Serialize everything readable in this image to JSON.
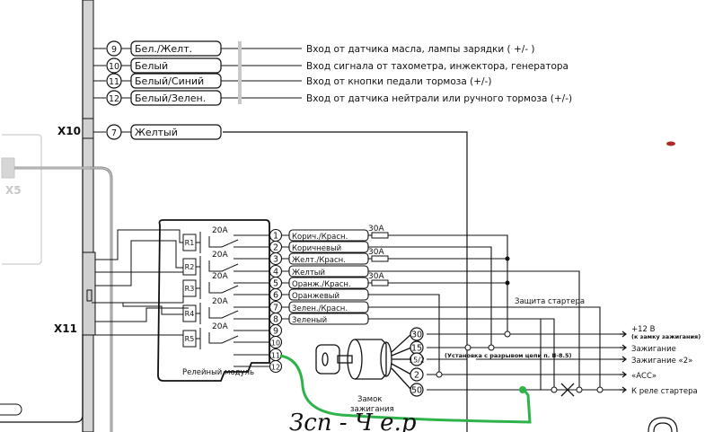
{
  "connectors": {
    "x10": "X10",
    "x11": "X11",
    "x5": "X5"
  },
  "x10_wires": [
    {
      "pin": "9",
      "color_label": "Бел./Желт.",
      "description": "Вход от датчика масла, лампы зарядки ( +/- )"
    },
    {
      "pin": "10",
      "color_label": "Белый",
      "description": "Вход сигнала от тахометра, инжектора, генератора"
    },
    {
      "pin": "11",
      "color_label": "Белый/Синий",
      "description": "Вход от кнопки педали тормоза (+/-)"
    },
    {
      "pin": "12",
      "color_label": "Белый/Зелен.",
      "description": "Вход от датчика нейтрали или ручного тормоза (+/-)"
    },
    {
      "pin": "7",
      "color_label": "Желтый",
      "description": ""
    }
  ],
  "relay_module": {
    "label": "Релейный модуль",
    "relays": [
      "R1",
      "R2",
      "R3",
      "R4",
      "R5"
    ],
    "ratings": [
      "20A",
      "20A",
      "20A",
      "20A",
      "20A"
    ]
  },
  "relay_outputs": [
    {
      "pin": "1",
      "color_label": "Корич./Красн.",
      "fuse": "30A"
    },
    {
      "pin": "2",
      "color_label": "Коричневый",
      "fuse": ""
    },
    {
      "pin": "3",
      "color_label": "Желт./Красн.",
      "fuse": "30A"
    },
    {
      "pin": "4",
      "color_label": "Желтый",
      "fuse": ""
    },
    {
      "pin": "5",
      "color_label": "Оранж./Красн.",
      "fuse": "30A"
    },
    {
      "pin": "6",
      "color_label": "Оранжевый",
      "fuse": ""
    },
    {
      "pin": "7",
      "color_label": "Зелен./Красн.",
      "fuse": ""
    },
    {
      "pin": "8",
      "color_label": "Зеленый",
      "fuse": ""
    },
    {
      "pin": "9",
      "color_label": "",
      "fuse": ""
    },
    {
      "pin": "10",
      "color_label": "",
      "fuse": ""
    },
    {
      "pin": "11",
      "color_label": "",
      "fuse": ""
    },
    {
      "pin": "12",
      "color_label": "",
      "fuse": ""
    }
  ],
  "ignition": {
    "label_line1": "Замок",
    "label_line2": "зажигания",
    "terminals": [
      "30",
      "15",
      "15/2",
      "2",
      "50"
    ],
    "note": "(Установка с разрывом цепи п. II-8.5)",
    "starter_protection": "Защита стартера"
  },
  "outputs": [
    {
      "label": "+12 В",
      "sub": "(к замку зажигания)"
    },
    {
      "label": "Зажигание",
      "sub": ""
    },
    {
      "label": "Зажигание «2»",
      "sub": ""
    },
    {
      "label": "«АСС»",
      "sub": ""
    },
    {
      "label": "К реле стартера",
      "sub": ""
    }
  ],
  "annotation": {
    "handwritten": "Зсп - Ч е.р",
    "marker_color": "#2db34a",
    "mark_color": "#b02a2a"
  }
}
